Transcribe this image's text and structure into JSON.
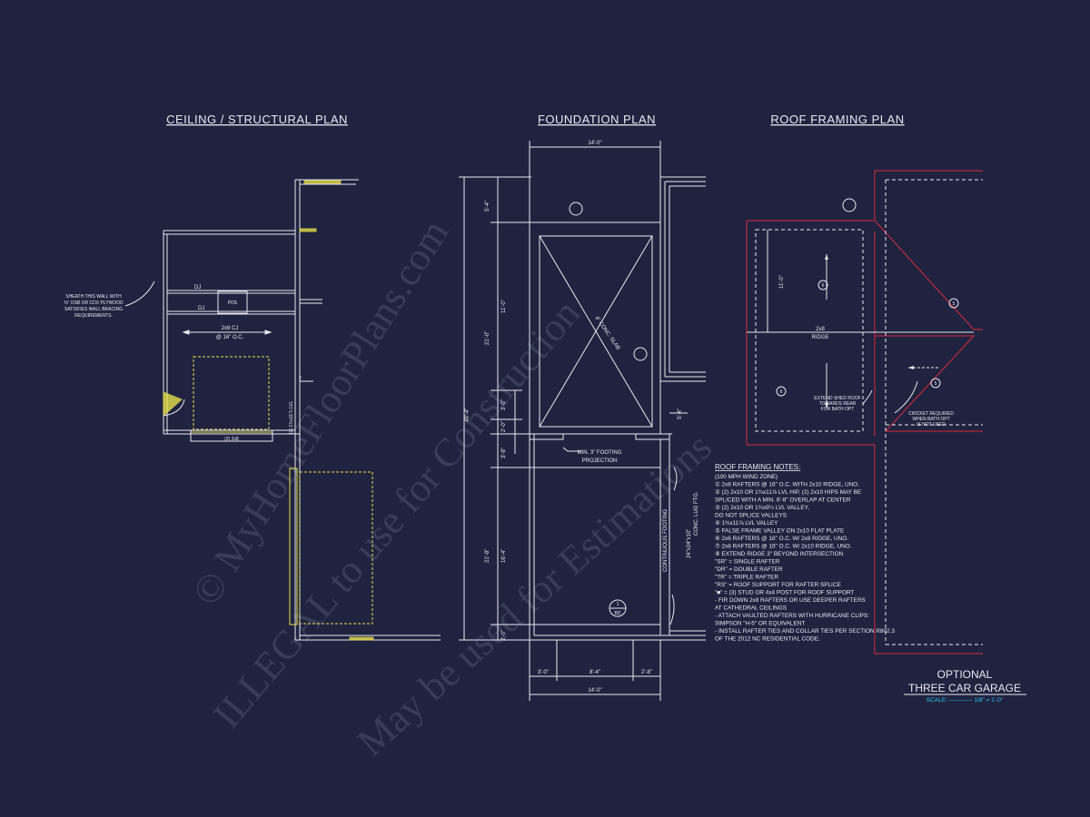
{
  "titles": {
    "ceiling": "CEILING / STRUCTURAL PLAN",
    "foundation": "FOUNDATION PLAN",
    "roof": "ROOF FRAMING PLAN"
  },
  "watermark": {
    "line1": "© MyHomeFloorPlans.com",
    "line2": "ILLEGAL to use for Construction",
    "line3": "May be used for Estimations"
  },
  "ceiling_plan": {
    "sheath_note": [
      "SHEATH THIS WALL WITH",
      "⅜\" OSB OR CDX PLYWOOD",
      "SATISFIES WALL BRACING",
      "REQUIREMENTS."
    ],
    "dj_top": "DJ",
    "dj_bottom": "DJ",
    "pds": "PDS",
    "joist_line1": "2x8 CJ",
    "joist_line2": "@ 16\" O.C.",
    "header_label": "(2) 2x8",
    "lvl_label": "(2) 1¾x11⅞ LVL",
    "marker_2": "2"
  },
  "foundation_plan": {
    "dim_top": "14'-0\"",
    "dim_bottom": "14'-0\"",
    "dim_left_total": "49'-4\"",
    "dim_left_1": "5'-4\"",
    "dim_left_2": "21'-0\"",
    "dim_left_3": "11'-0\"",
    "dim_left_4": "3'-0\"",
    "dim_left_5": "2'-0\"",
    "dim_left_6": "3'-8\"",
    "dim_left_7": "21'-8\"",
    "dim_left_8": "16'-4\"",
    "dim_left_9": "2'-0\"",
    "dim_right": "5'-4\"",
    "dim_b1": "3'-0\"",
    "dim_b2": "8'-4\"",
    "dim_b3": "2'-8\"",
    "slab": "4\" CONC. SLAB",
    "footing_note1": "MIN. 3\" FOOTING",
    "footing_note2": "PROJECTION",
    "cont_footing": "CONTINUOUS FOOTING",
    "conc_ftg1": "24\"x24\"x10\"",
    "conc_ftg2": "CONC. LUG FTG.",
    "marker_bd": "BD",
    "marker_1": "1"
  },
  "roof_plan": {
    "ridge1": "2x8",
    "ridge2": "RIDGE",
    "dim_11": "11'-0\"",
    "marker_6": "6",
    "marker_5": "5",
    "extend_note": [
      "EXTEND SHED ROOF",
      "TOWARDS REAR",
      "FOR BATH OPT"
    ],
    "cricket_note": [
      "CRICKET REQUIRED",
      "WHEN BATH OPT",
      "IS NOT USED"
    ]
  },
  "roof_notes": {
    "heading": "ROOF FRAMING NOTES:",
    "lines": [
      "(100 MPH WIND ZONE)",
      "① 2x8 RAFTERS @ 16\" O.C. WITH 2x10 RIDGE, UNO.",
      "② (2) 2x10 OR 1¾x11⅞ LVL HIP, (2) 2x10 HIPS MAY BE",
      "   SPLICED WITH A MIN. 6'-8\" OVERLAP AT CENTER",
      "③ (2) 2x10 OR 1¾x9¼ LVL VALLEY,",
      "   DO NOT SPLICE VALLEYS",
      "④ 1¾x11⅞ LVL VALLEY",
      "⑤ FALSE FRAME VALLEY ON 2x10 FLAT PLATE",
      "⑥ 2x6 RAFTERS @ 16\" O.C. W/ 2x8 RIDGE, UNO.",
      "⑦ 2x8 RAFTERS @ 16\" O.C. W/ 2x10 RIDGE, UNO.",
      "⑧ EXTEND RIDGE 3\" BEYOND INTERSECTION",
      "  \"SR\" = SINGLE RAFTER",
      "  \"DR\" = DOUBLE RAFTER",
      "  \"TR\" = TRIPLE RAFTER",
      "  \"RS\" = ROOF SUPPORT FOR RAFTER SPLICE",
      "  \"■\" = (3) STUD OR 4x4 POST FOR ROOF SUPPORT",
      "- FIR DOWN 2x8 RAFTERS OR USE DEEPER RAFTERS",
      "  AT CATHEDRAL CEILINGS",
      "- ATTACH VAULTED RAFTERS WITH HURRICANE CLIPS:",
      "  SIMPSON \"H-5\" OR EQUIVALENT",
      "- INSTALL RAFTER TIES AND COLLAR TIES PER SECTION R802.3",
      "  OF THE 2012 NC RESIDENTIAL CODE."
    ]
  },
  "title_block": {
    "line1": "OPTIONAL",
    "line2": "THREE CAR GARAGE",
    "scale": "SCALE: ------------ 1/8\" = 1'-0\""
  },
  "colors": {
    "background": "#1f2340",
    "line": "#e8e8f0",
    "yellow": "#e6e04a",
    "red": "#d42a3a",
    "cyan": "#2fc6f0"
  }
}
